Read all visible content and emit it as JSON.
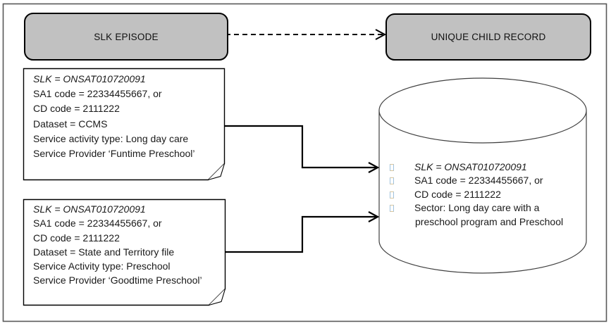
{
  "diagram": {
    "title_left": "SLK EPISODE",
    "title_right": "UNIQUE CHILD RECORD"
  },
  "notes": [
    {
      "lines": [
        "SLK = ONSAT010720091",
        "SA1 code = 22334455667, or",
        "CD code = 2111222",
        "Dataset = CCMS",
        "Service activity type: Long day care",
        "Service Provider ‘Funtime Preschool’"
      ]
    },
    {
      "lines": [
        "SLK = ONSAT010720091",
        "SA1 code = 22334455667, or",
        "CD code = 2111222",
        "Dataset = State and Territory file",
        "Service Activity type: Preschool",
        "Service Provider ‘Goodtime Preschool’"
      ]
    }
  ],
  "database": {
    "items": [
      "SLK = ONSAT010720091",
      "SA1 code = 22334455667, or",
      "CD code = 2111222",
      "Sector: Long day care with a",
      "preschool program and Preschool"
    ]
  },
  "colors": {
    "pill_fill": "#c1c1c1",
    "pill_border": "#000000",
    "frame_border": "#595959",
    "cylinder_stroke": "#404040",
    "connector": "#000000",
    "bullet_side_blue": "#9fc2de",
    "bullet_edge_tan": "#d9c59b"
  }
}
